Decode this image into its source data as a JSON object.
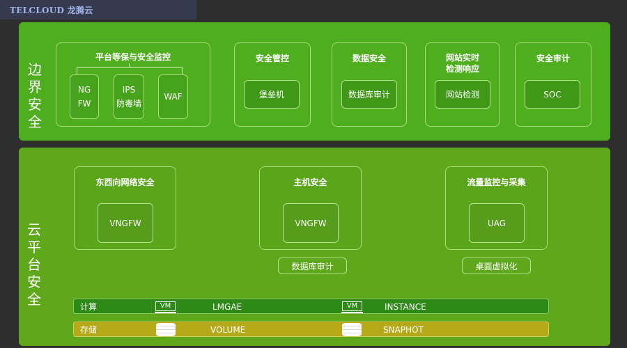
{
  "brand": "TELCLOUD 龙腾云",
  "top": {
    "label": "边界安全",
    "groups": [
      {
        "title": "平台等保与安全监控",
        "items": [
          [
            "NG",
            "FW"
          ],
          [
            "IPS",
            "防毒墙"
          ],
          [
            "WAF"
          ]
        ]
      },
      {
        "title": "安全管控",
        "item": "堡垒机"
      },
      {
        "title": "数据安全",
        "item": "数据库审计"
      },
      {
        "title": "网站实时\n检测响应",
        "item": "网站检测"
      },
      {
        "title": "安全审计",
        "item": "SOC"
      }
    ]
  },
  "bottom": {
    "label": "云平台安全",
    "groups": [
      {
        "title": "东西向网络安全",
        "item": "VNGFW"
      },
      {
        "title": "主机安全",
        "item": "VNGFW",
        "extra": "数据库审计"
      },
      {
        "title": "流量监控与采集",
        "item": "UAG",
        "extra": "桌面虚拟化"
      }
    ],
    "compute": {
      "label": "计算",
      "icon_text": "VM",
      "left_name": "LMGAE",
      "right_name": "INSTANCE"
    },
    "storage": {
      "label": "存储",
      "left_name": "VOLUME",
      "right_name": "SNAPHOT"
    }
  },
  "icons": [
    "vm-icon",
    "disk-icon"
  ],
  "colors": {
    "top_panel": "#4fae1e",
    "bottom_panel": "#5fa81c",
    "compute_bar": "#2e8a16",
    "storage_bar": "#b5a91a"
  }
}
